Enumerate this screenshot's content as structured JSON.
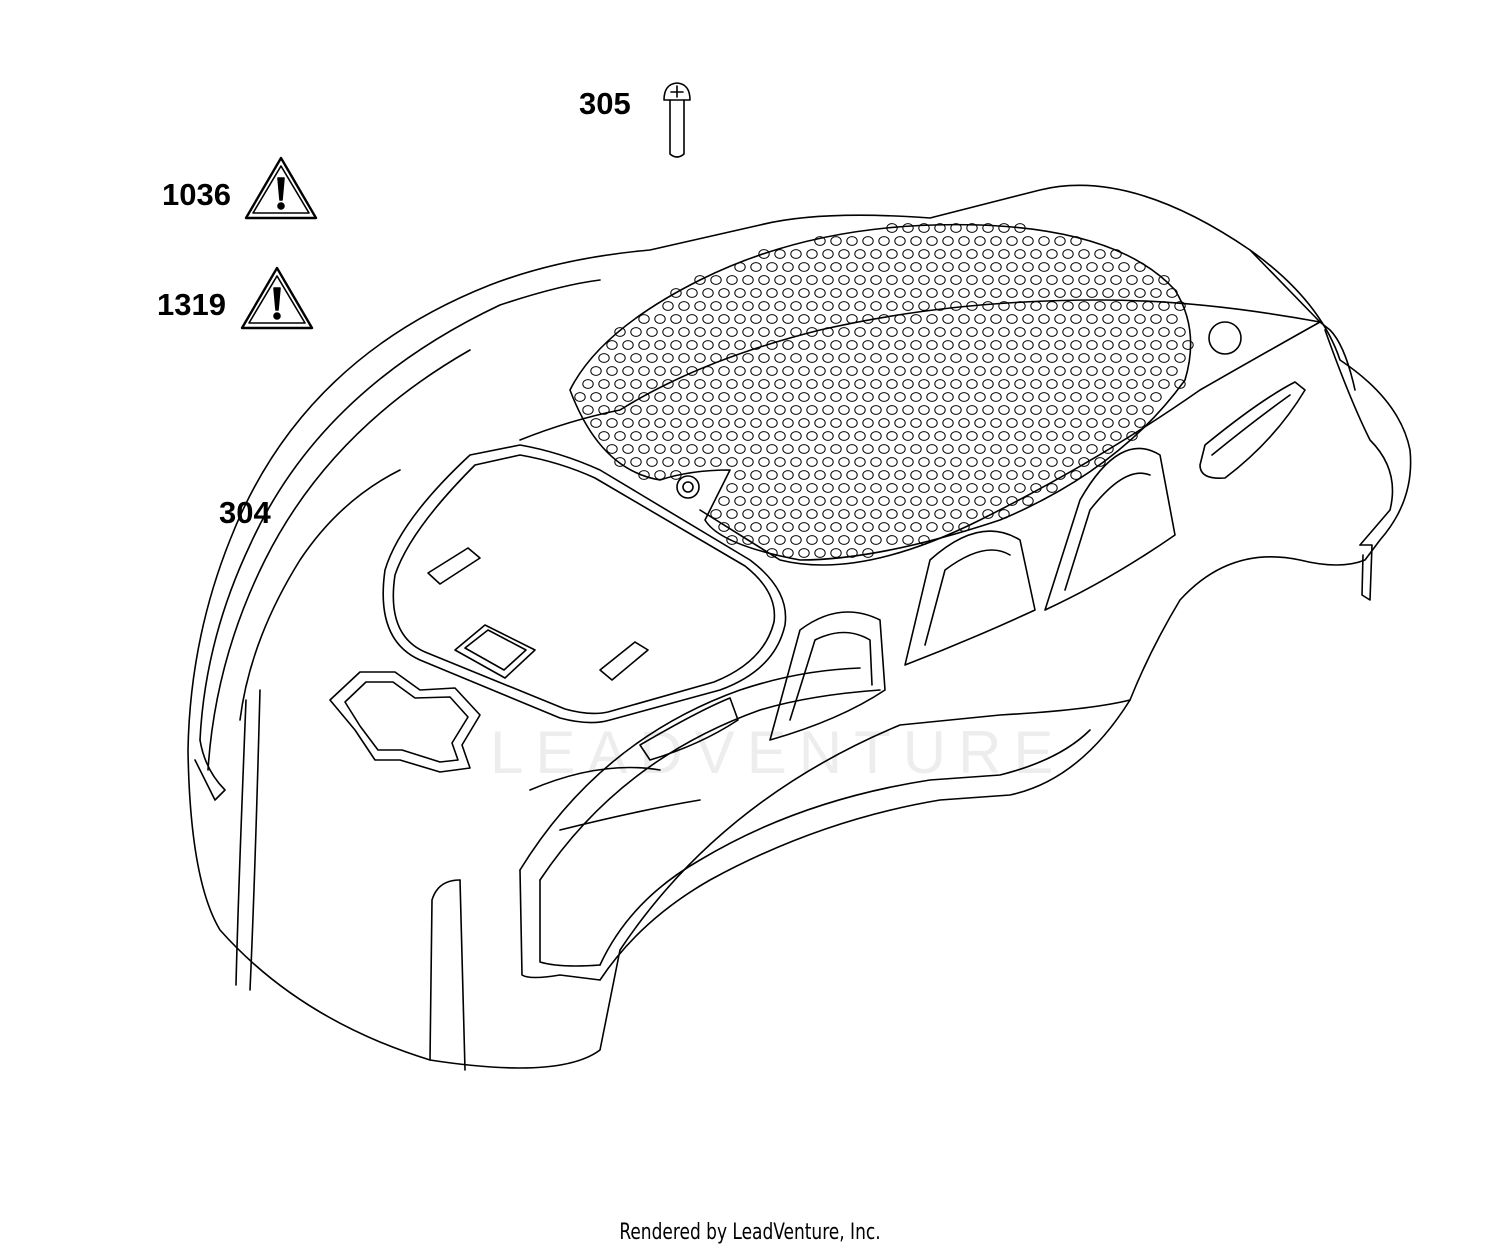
{
  "callouts": {
    "screw": "305",
    "warning_label_a": "1036",
    "warning_label_b": "1319",
    "blower_housing": "304"
  },
  "watermark_text": "LEADVENTURE",
  "footer_text": "Rendered by LeadVenture, Inc.",
  "colors": {
    "line": "#000000",
    "background": "#ffffff",
    "watermark": "#e8e8e8"
  }
}
